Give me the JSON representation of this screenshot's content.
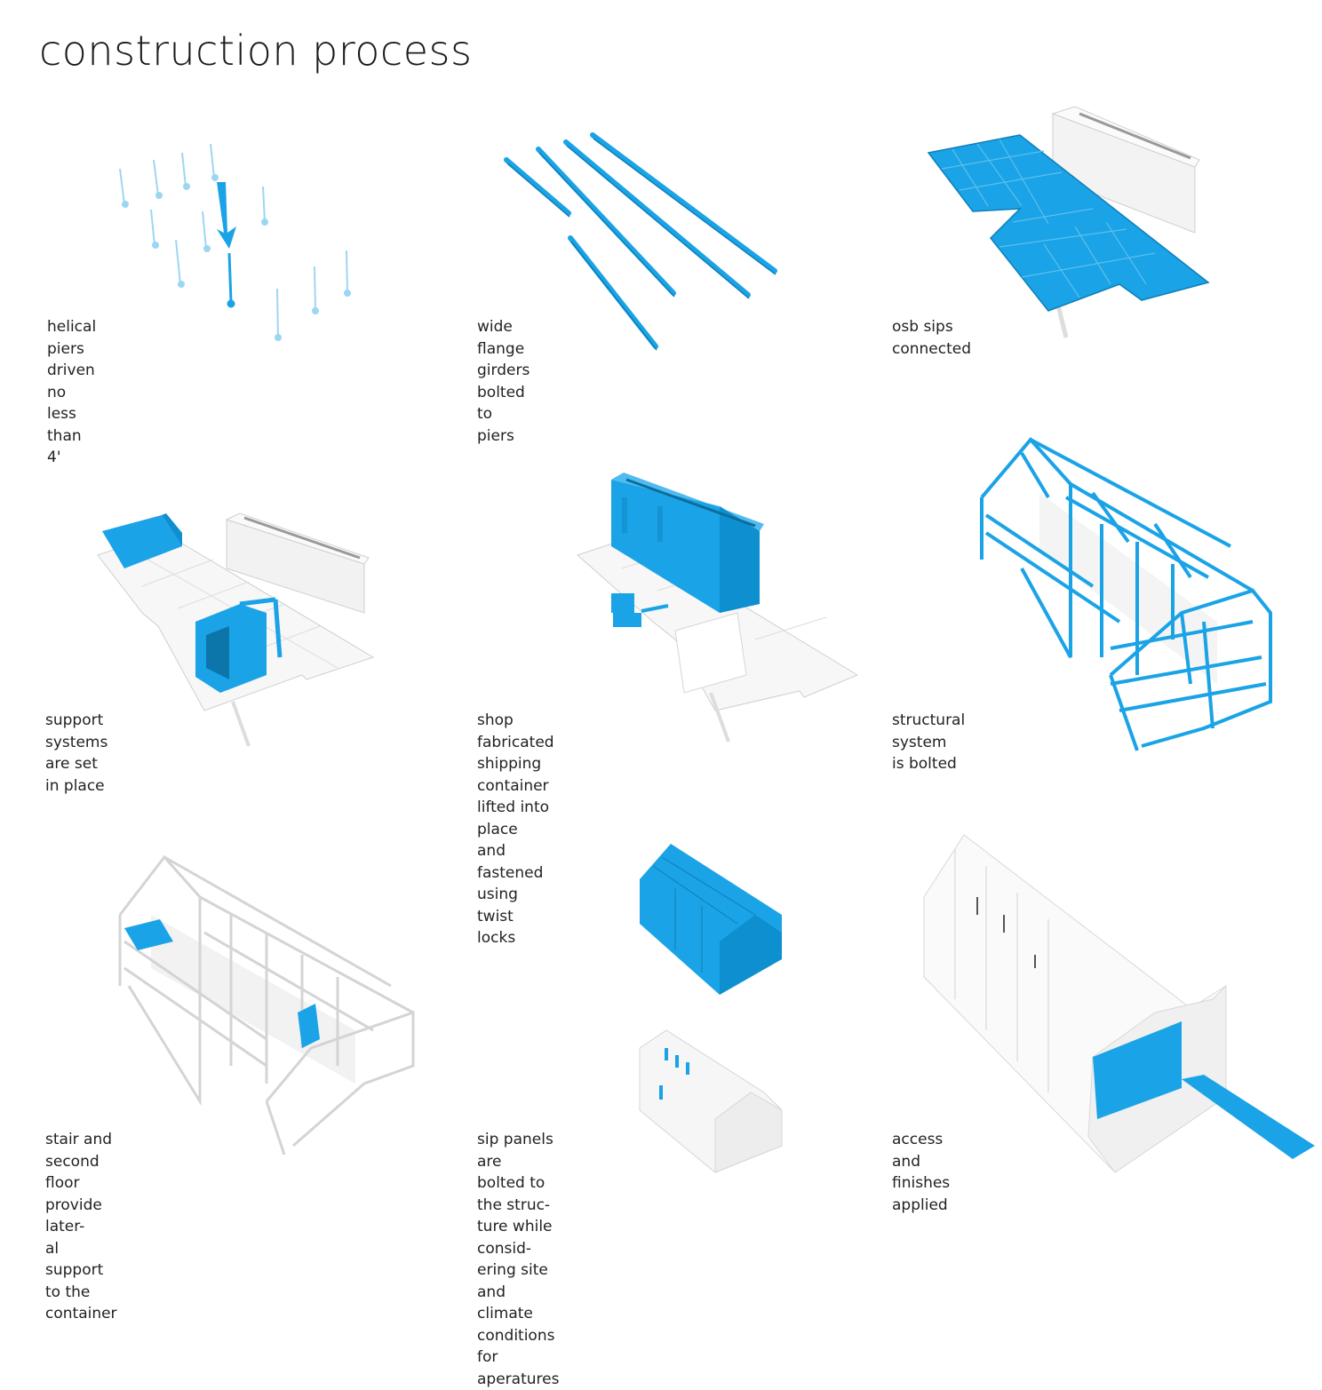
{
  "title": "construction process",
  "colors": {
    "accent": "#1AA3E6",
    "structure": "#ffffff",
    "shadow": "#e6e6e6"
  },
  "steps": [
    {
      "caption": "helical piers\ndriven no less\nthan 4'"
    },
    {
      "caption": "wide flange\ngirders bolted to\npiers"
    },
    {
      "caption": "osb sips connected"
    },
    {
      "caption": "support systems\nare set in place"
    },
    {
      "caption": "shop fabricated\nshipping container\nlifted into place\nand fastened using\ntwist locks"
    },
    {
      "caption": "structural system\nis bolted"
    },
    {
      "caption": "stair and second\nfloor provide later-\nal support to the\ncontainer"
    },
    {
      "caption": "sip panels are\nbolted to the struc-\nture while consid-\nering site and\nclimate conditions\nfor aperatures"
    },
    {
      "caption": "access and finishes\napplied"
    }
  ]
}
